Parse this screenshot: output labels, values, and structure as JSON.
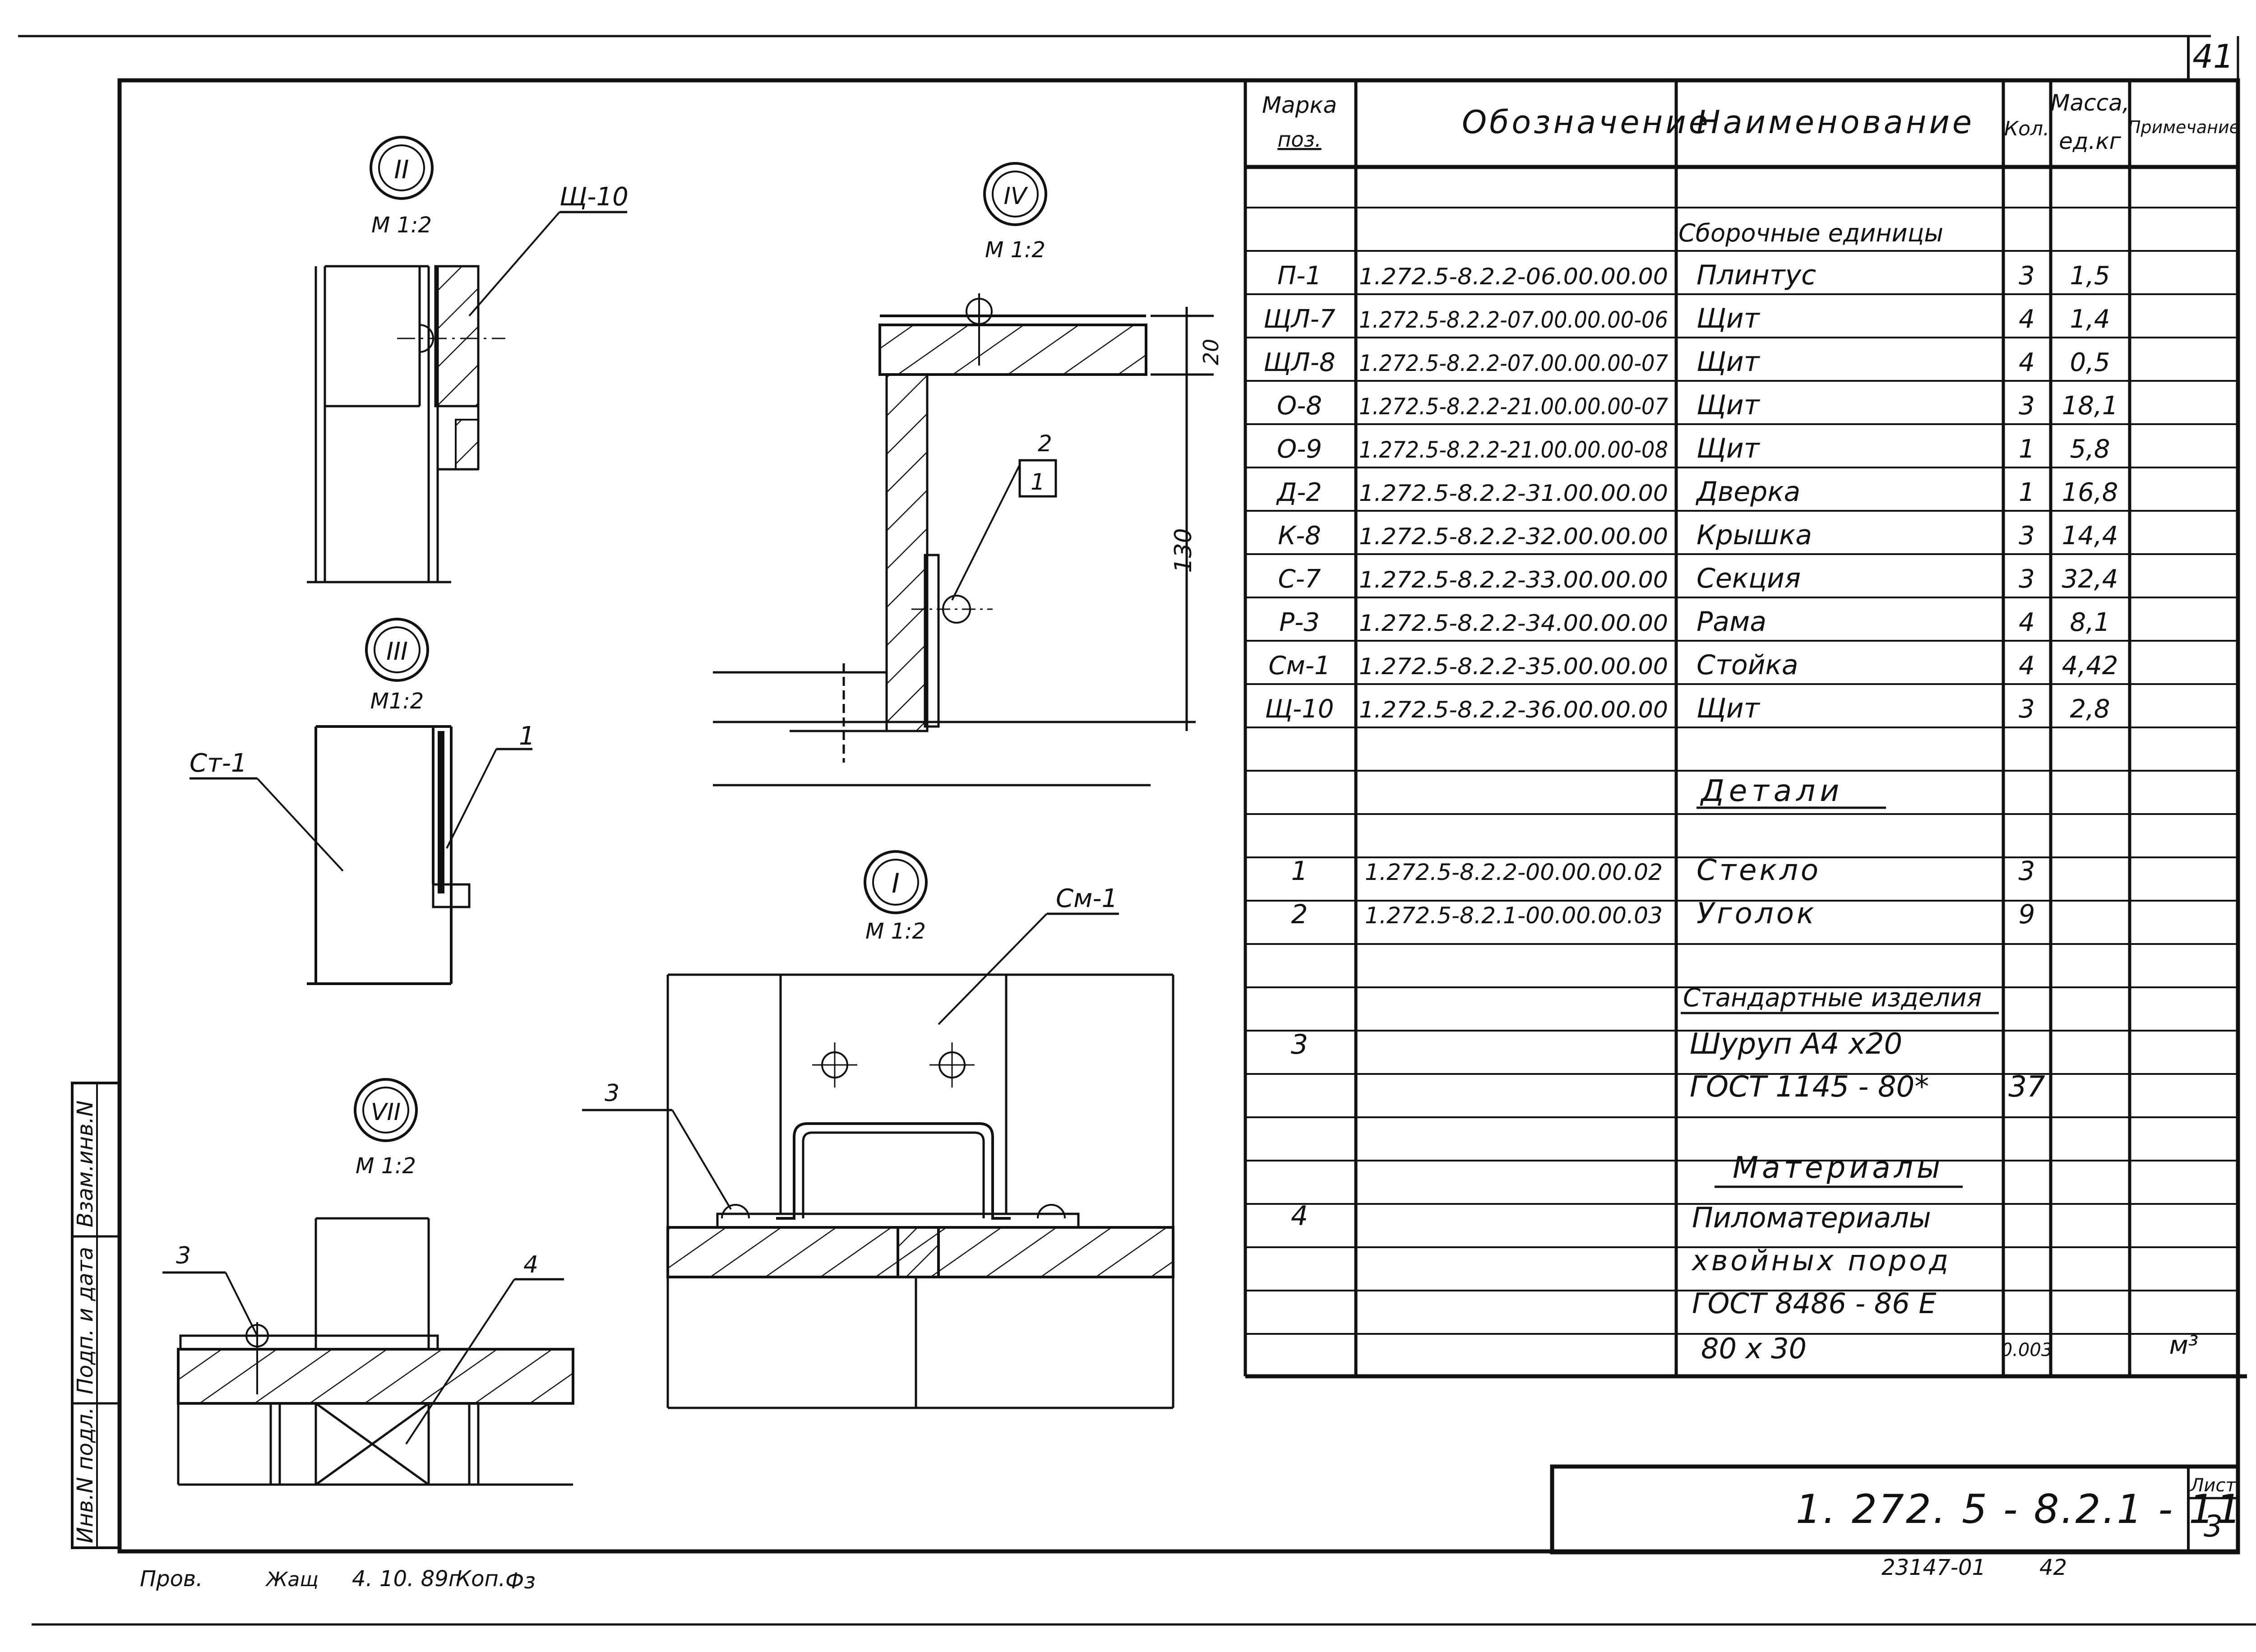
{
  "sheet_number_top": "41",
  "spec_table": {
    "headers": {
      "mark": [
        "Марка",
        "поз."
      ],
      "designation": "Обозначение",
      "name": "Наименование",
      "qty": "Кол.",
      "mass": [
        "Масса,",
        "ед.кг"
      ],
      "note": "Примечание"
    },
    "sections": {
      "assemblies": "Сборочные единицы",
      "details": "Детали",
      "standard": "Стандартные изделия",
      "materials": "Материалы"
    },
    "assembly_rows": [
      {
        "mark": "П-1",
        "designation": "1.272.5-8.2.2-06.00.00.00",
        "name": "Плинтус",
        "qty": "3",
        "mass": "1,5"
      },
      {
        "mark": "ЩЛ-7",
        "designation": "1.272.5-8.2.2-07.00.00.00-06",
        "name": "Щит",
        "qty": "4",
        "mass": "1,4"
      },
      {
        "mark": "ЩЛ-8",
        "designation": "1.272.5-8.2.2-07.00.00.00-07",
        "name": "Щит",
        "qty": "4",
        "mass": "0,5"
      },
      {
        "mark": "О-8",
        "designation": "1.272.5-8.2.2-21.00.00.00-07",
        "name": "Щит",
        "qty": "3",
        "mass": "18,1"
      },
      {
        "mark": "О-9",
        "designation": "1.272.5-8.2.2-21.00.00.00-08",
        "name": "Щит",
        "qty": "1",
        "mass": "5,8"
      },
      {
        "mark": "Д-2",
        "designation": "1.272.5-8.2.2-31.00.00.00",
        "name": "Дверка",
        "qty": "1",
        "mass": "16,8"
      },
      {
        "mark": "К-8",
        "designation": "1.272.5-8.2.2-32.00.00.00",
        "name": "Крышка",
        "qty": "3",
        "mass": "14,4"
      },
      {
        "mark": "С-7",
        "designation": "1.272.5-8.2.2-33.00.00.00",
        "name": "Секция",
        "qty": "3",
        "mass": "32,4"
      },
      {
        "mark": "Р-3",
        "designation": "1.272.5-8.2.2-34.00.00.00",
        "name": "Рама",
        "qty": "4",
        "mass": "8,1"
      },
      {
        "mark": "См-1",
        "designation": "1.272.5-8.2.2-35.00.00.00",
        "name": "Стойка",
        "qty": "4",
        "mass": "4,42"
      },
      {
        "mark": "Щ-10",
        "designation": "1.272.5-8.2.2-36.00.00.00",
        "name": "Щит",
        "qty": "3",
        "mass": "2,8"
      }
    ],
    "detail_rows": [
      {
        "mark": "1",
        "designation": "1.272.5-8.2.2-00.00.00.02",
        "name": "Стекло",
        "qty": "3"
      },
      {
        "mark": "2",
        "designation": "1.272.5-8.2.1-00.00.00.03",
        "name": "Уголок",
        "qty": "9"
      }
    ],
    "standard_rows": [
      {
        "mark": "3",
        "name_line1": "Шуруп А4 х20",
        "name_line2": "ГОСТ 1145 - 80*",
        "qty": "37"
      }
    ],
    "material_rows": [
      {
        "mark": "4",
        "name_lines": [
          "Пиломатериалы",
          "хвойных пород",
          "ГОСТ 8486 - 86 Е"
        ],
        "size": "80 х 30",
        "qty": "0.003",
        "note": "м³"
      }
    ]
  },
  "title_block": {
    "doc_code": "1. 272. 5 - 8.2.1 - 11",
    "sheet_label": "Лист",
    "sheet_value": "3"
  },
  "footer": {
    "checked": "Пров.",
    "signature": "Жащ",
    "date": "4. 10. 89г",
    "copied": "Коп.",
    "copied_sig": "Фз",
    "order": "23147-01",
    "page": "42"
  },
  "left_margin_stamp": [
    "Инв.N подл.",
    "Подп. и дата",
    "Взам.инв.N"
  ],
  "details": [
    {
      "id": "II",
      "scale": "М 1:2",
      "labels": [
        "Щ-10"
      ]
    },
    {
      "id": "III",
      "scale": "М1:2",
      "labels": [
        "Ст-1",
        "1"
      ]
    },
    {
      "id": "IV",
      "scale": "М 1:2",
      "labels": [
        "2",
        "1"
      ],
      "dims": [
        "20",
        "130"
      ]
    },
    {
      "id": "I",
      "scale": "М 1:2",
      "labels": [
        "См-1",
        "3"
      ]
    },
    {
      "id": "VII",
      "scale": "М 1:2",
      "labels": [
        "3",
        "4"
      ]
    }
  ]
}
